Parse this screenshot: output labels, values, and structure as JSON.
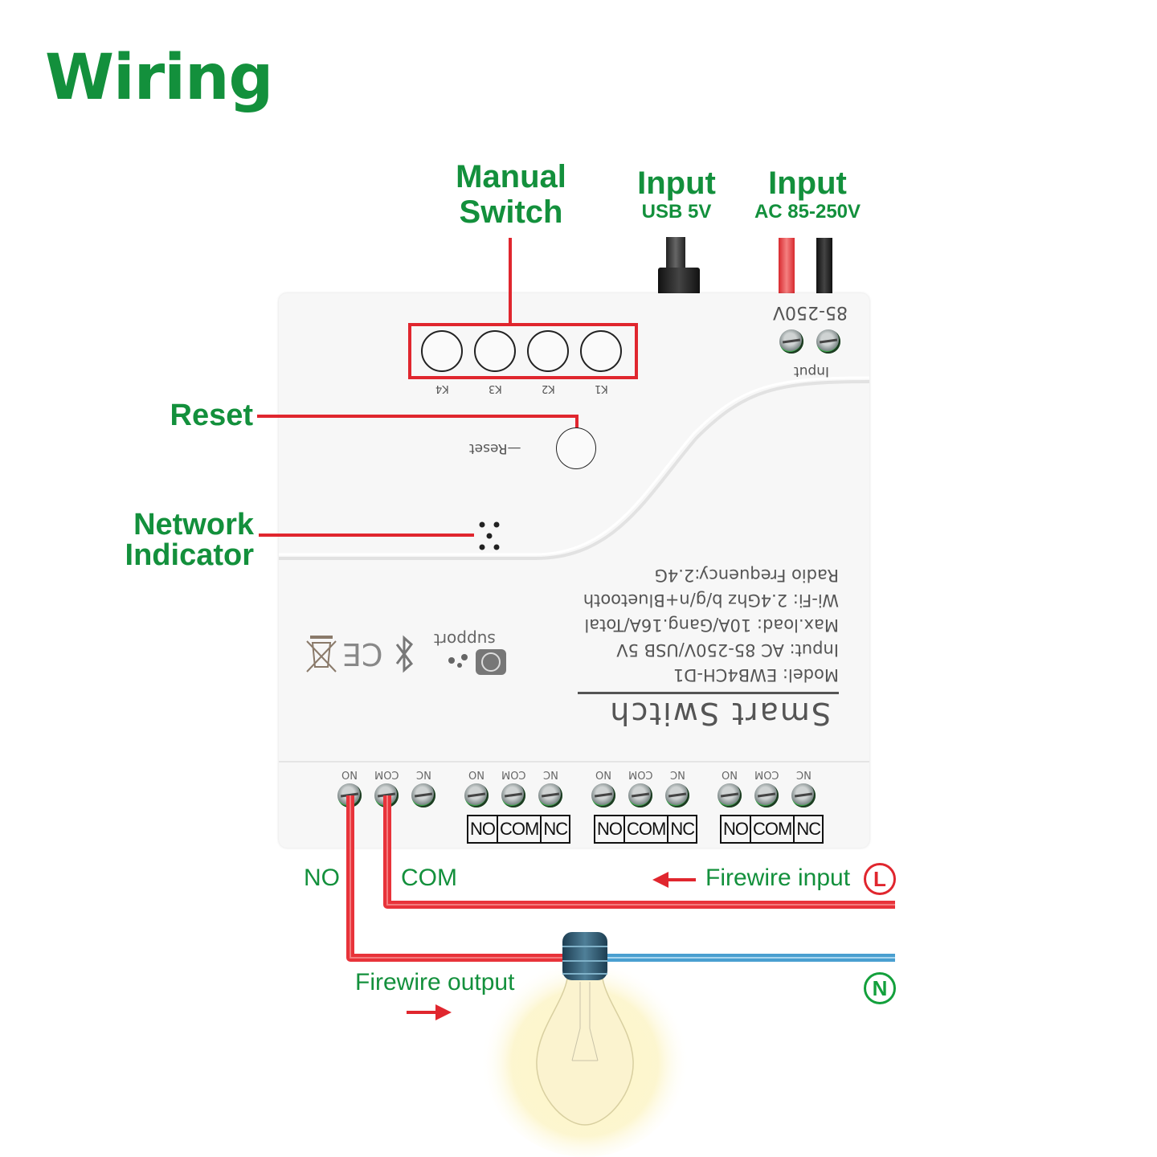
{
  "title": "Wiring",
  "labels": {
    "manual_switch": [
      "Manual",
      "Switch"
    ],
    "input_usb": {
      "title": "Input",
      "sub": "USB 5V"
    },
    "input_ac": {
      "title": "Input",
      "sub": "AC 85-250V"
    },
    "reset": "Reset",
    "network_indicator": [
      "Network",
      "Indicator"
    ]
  },
  "device": {
    "input_voltage": "85-250V",
    "input_label": "Input",
    "buttons": [
      "K4",
      "K3",
      "K2",
      "K1"
    ],
    "reset_label": "Reset",
    "product_name": "Smart Switch",
    "specs": [
      "Model:  EWB4CH-D1",
      "Input:  AC 85-250V/USB 5V",
      "Max.load:  10A/Gang.16A/Total",
      "Wi-Fi:  2.4Ghz b/g/n+Bluetooth",
      "Radio Frequency:2.4G"
    ],
    "support_label": "support",
    "terminal_groups": [
      {
        "labels": [
          "NO",
          "COM",
          "NC"
        ],
        "box": null
      },
      {
        "labels": [
          "NO",
          "COM",
          "NC"
        ],
        "box": [
          "NO",
          "COM",
          "NC"
        ]
      },
      {
        "labels": [
          "NO",
          "COM",
          "NC"
        ],
        "box": [
          "NO",
          "COM",
          "NC"
        ]
      },
      {
        "labels": [
          "NO",
          "COM",
          "NC"
        ],
        "box": [
          "NO",
          "COM",
          "NC"
        ]
      }
    ]
  },
  "wiring": {
    "no_label": "NO",
    "com_label": "COM",
    "firewire_input": "Firewire input",
    "firewire_output": "Firewire output",
    "live_badge": "L",
    "neutral_badge": "N"
  },
  "colors": {
    "green": "#13903c",
    "red_wire": "#e8333a",
    "blue_wire": "#4a9fd0"
  }
}
